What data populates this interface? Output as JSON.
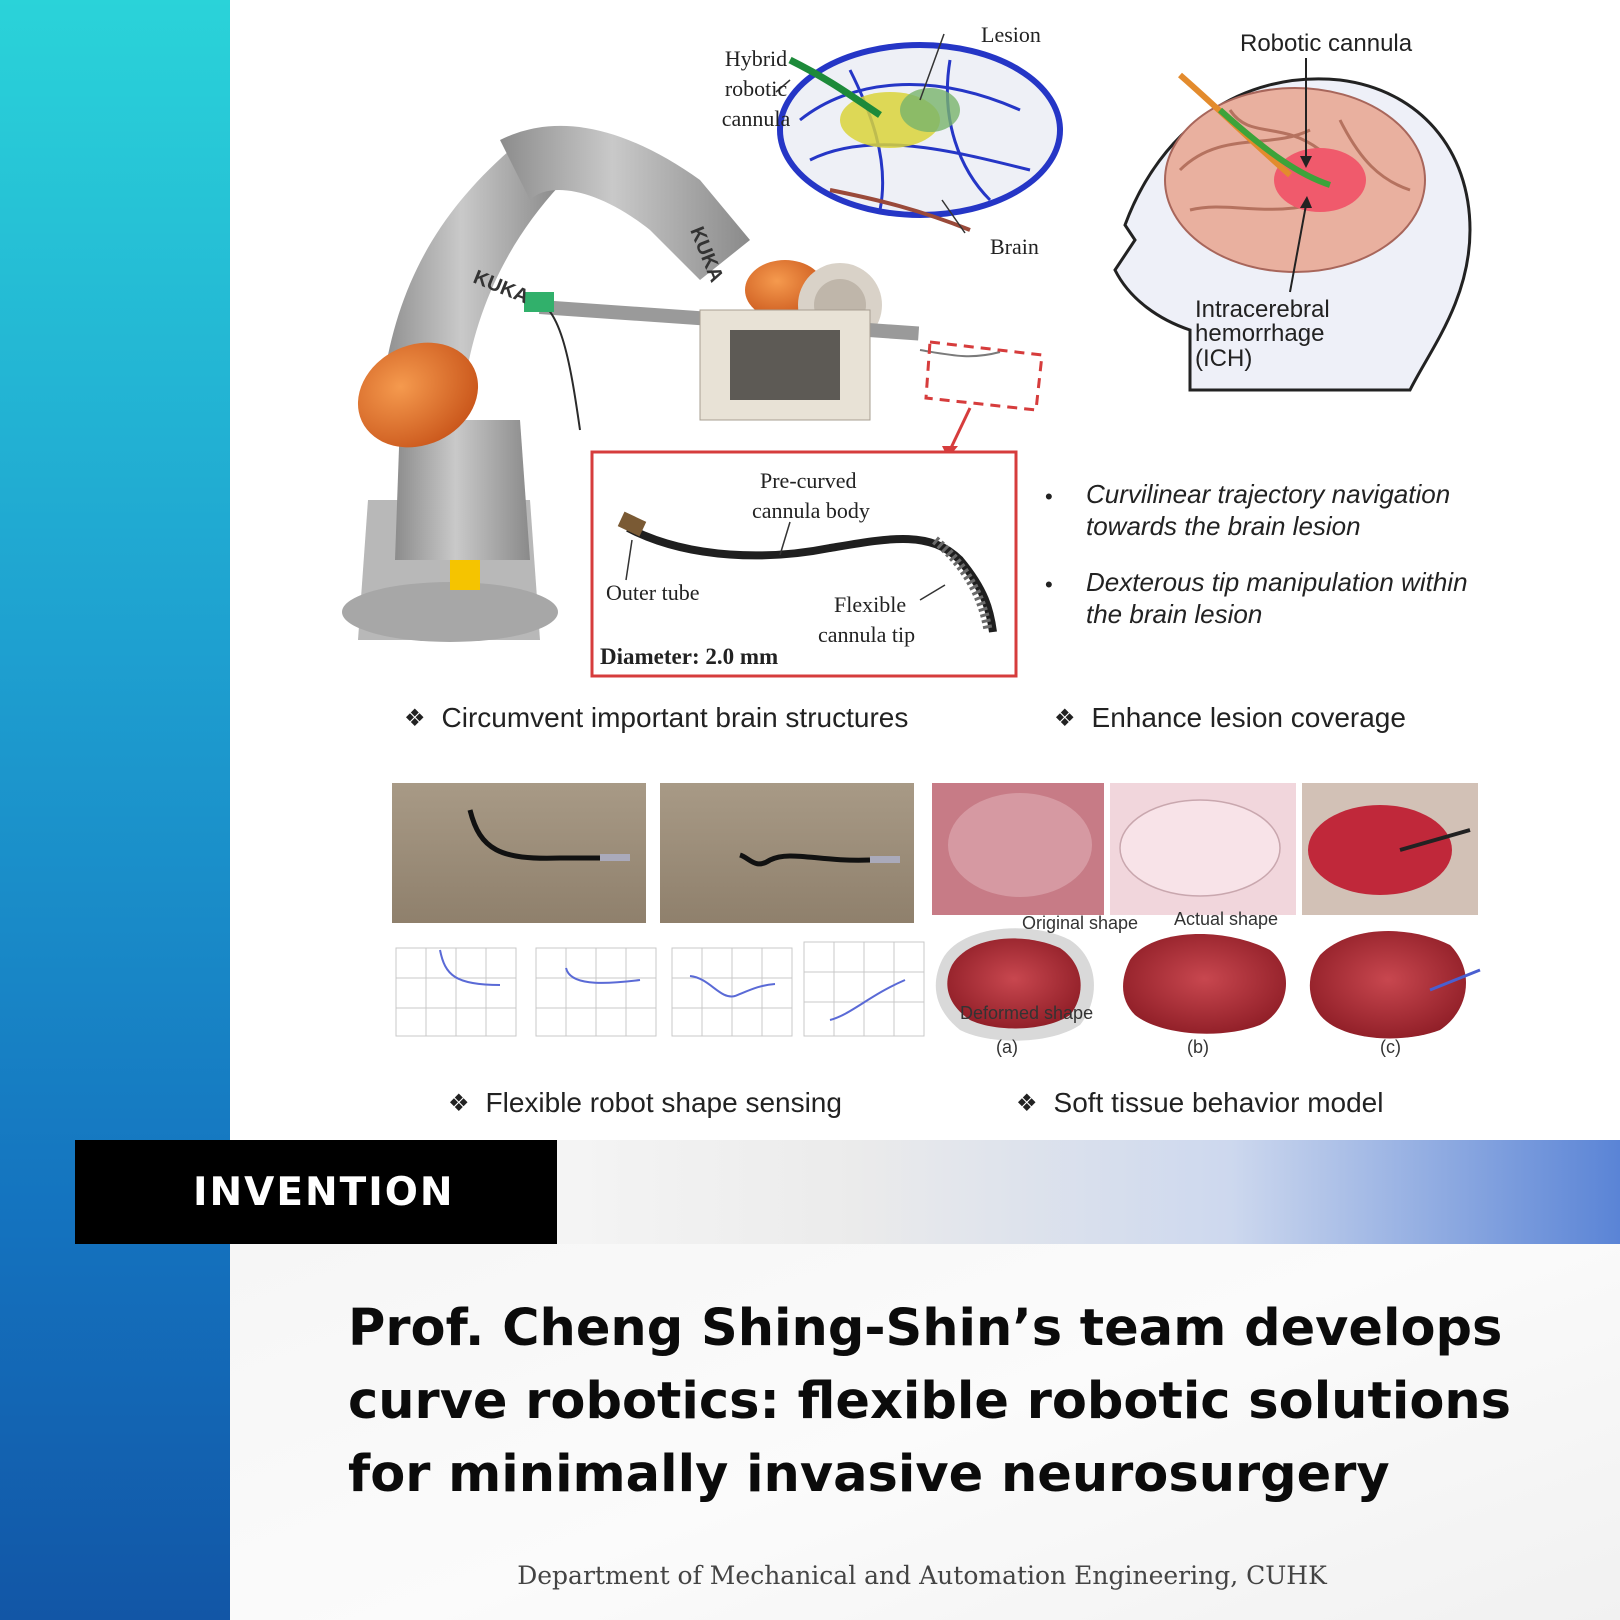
{
  "tag": "INVENTION",
  "headline": "Prof. Cheng Shing-Shin’s team develops curve robotics: flexible robotic solutions for minimally invasive neurosurgery",
  "department": "Department of Mechanical and Automation Engineering, CUHK",
  "figure": {
    "robot_brand": "KUKA",
    "brain_labels": {
      "hybrid_cannula": "Hybrid robotic cannula",
      "lesion": "Lesion",
      "brain": "Brain"
    },
    "head_labels": {
      "robotic_cannula": "Robotic cannula",
      "ich_line1": "Intracerebral",
      "ich_line2": "hemorrhage",
      "ich_line3": "(ICH)"
    },
    "cannula_labels": {
      "precurved_line1": "Pre-curved",
      "precurved_line2": "cannula body",
      "outer_tube": "Outer tube",
      "flexible_line1": "Flexible",
      "flexible_line2": "cannula tip",
      "diameter": "Diameter: 2.0 mm"
    },
    "bullets": [
      {
        "line1": "Curvilinear trajectory navigation",
        "line2": "towards the brain lesion"
      },
      {
        "line1": "Dexterous tip manipulation within",
        "line2": "the brain lesion"
      }
    ],
    "features": [
      "Circumvent important brain structures",
      "Enhance lesion coverage",
      "Flexible robot shape sensing",
      "Soft tissue behavior model"
    ],
    "tissue_labels": {
      "original": "Original shape",
      "actual": "Actual shape",
      "deformed": "Deformed shape",
      "a": "(a)",
      "b": "(b)",
      "c": "(c)"
    }
  },
  "colors": {
    "sidebar_top": "#2ad3d9",
    "sidebar_bottom": "#1256a6",
    "tag_bg": "#000000",
    "band_end": "#5a84d6",
    "headline": "#0b0b0b"
  }
}
